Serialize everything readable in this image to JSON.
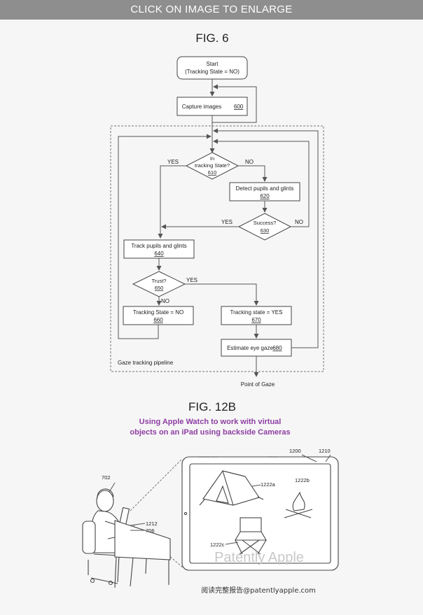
{
  "banner": "CLICK ON IMAGE TO ENLARGE",
  "fig6": {
    "title": "FIG. 6",
    "start_line1": "Start",
    "start_line2": "(Tracking State = NO)",
    "capture": "Capture images",
    "capture_ref": "600",
    "decision610_l1": "In",
    "decision610_l2": "tracking State?",
    "decision610_ref": "610",
    "yes1": "YES",
    "no1": "NO",
    "detect": "Detect pupils and glints",
    "detect_ref": "620",
    "success": "Success?",
    "success_ref": "630",
    "yes2": "YES",
    "no2": "NO",
    "track": "Track pupils and glints",
    "track_ref": "640",
    "trust": "Trust?",
    "trust_ref": "650",
    "yes3": "YES",
    "no3": "NO",
    "ts_no": "Tracking State = NO",
    "ts_no_ref": "660",
    "ts_yes": "Tracking state = YES",
    "ts_yes_ref": "670",
    "estimate": "Estimate eye gaze",
    "estimate_ref": "680",
    "pipeline": "Gaze tracking pipeline",
    "output": "Point of Gaze"
  },
  "fig12b": {
    "title": "FIG. 12B",
    "caption_l1": "Using Apple Watch to work with virtual",
    "caption_l2": "objects on an iPad using backside Cameras",
    "ref_702": "702",
    "ref_1200": "1200",
    "ref_1210": "1210",
    "ref_1222a": "1222a",
    "ref_1222b": "1222b",
    "ref_1222c": "1222c",
    "ref_1212": "1212",
    "ref_706": "706",
    "watermark": "Patently Apple",
    "footer": "阅读完整报告@patentlyapple.com"
  }
}
